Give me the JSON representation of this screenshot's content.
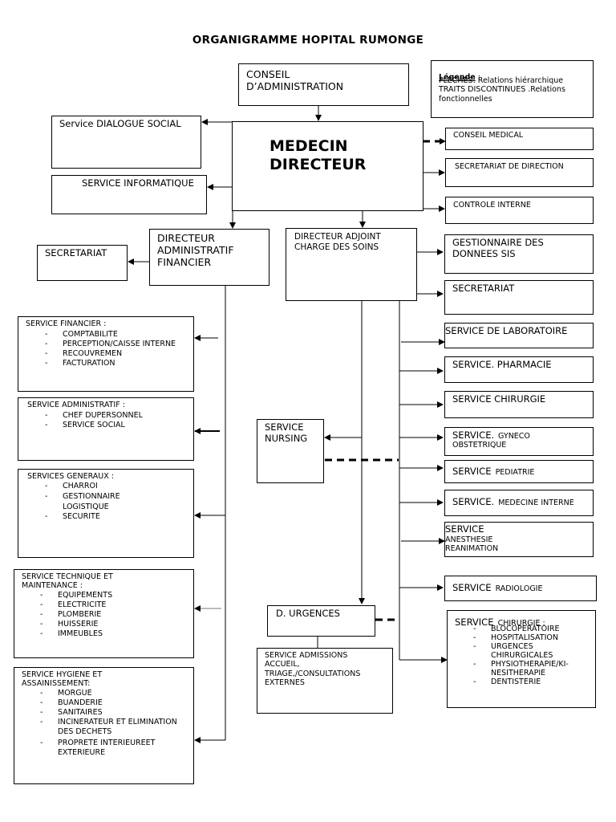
{
  "title": "ORGANIGRAMME HOPITAL RUMONGE",
  "legend": {
    "heading": "Légende",
    "colon": ":",
    "lines": "FLECHES: Relations hiérarchique\nTRAITS DISCONTINUES .Relations\nfonctionnelles"
  },
  "conseil_admin": "CONSEIL\nD’ADMINISTRATION",
  "medecin_directeur": "MEDECIN\nDIRECTEUR",
  "dialogue_social": "Service DIALOGUE SOCIAL",
  "service_informatique": "SERVICE INFORMATIQUE",
  "conseil_medical": "CONSEIL MEDICAL",
  "secretariat_direction": "SECRETARIAT DE DIRECTION",
  "controle_interne": "CONTROLE INTERNE",
  "daf": "DIRECTEUR\nADMINISTRATIF\nFINANCIER",
  "secretariat_left": "SECRETARIAT",
  "dacs": "DIRECTEUR ADJOINT\nCHARGE DES SOINS",
  "gestionnaire_sis": "GESTIONNAIRE DES\nDONNEES SIS",
  "secretariat_right": "SECRETARIAT",
  "service_financier": {
    "title": "SERVICE FINANCIER :",
    "items": [
      "COMPTABILITE",
      "PERCEPTION/CAISSE INTERNE",
      "RECOUVREMEN",
      "FACTURATION"
    ]
  },
  "service_administratif": {
    "title": "SERVICE ADMINISTRATIF :",
    "items": [
      "CHEF DUPERSONNEL",
      "SERVICE SOCIAL"
    ]
  },
  "services_generaux": {
    "title": "SERVICES GENERAUX :",
    "items": [
      "CHARROI",
      "GESTIONNAIRE\nLOGISTIQUE",
      "SECURITE"
    ]
  },
  "service_technique": {
    "title": "SERVICE TECHNIQUE ET\nMAINTENANCE :",
    "items": [
      "EQUIPEMENTS",
      "ELECTRICITE",
      "PLOMBERIE",
      "HUISSERIE",
      "IMMEUBLES"
    ]
  },
  "service_hygiene": {
    "title": "SERVICE  HYGIENE  ET\nASSAINISSEMENT:",
    "items": [
      "MORGUE",
      "BUANDERIE",
      "SANITAIRES",
      "INCINERATEUR ET ELIMINATION\nDES DECHETS",
      "PROPRETE INTERIEUREET\nEXTERIEURE"
    ]
  },
  "service_nursing": "SERVICE\nNURSING",
  "d_urgences": "D. URGENCES",
  "service_admissions": "SERVICE ADMISSIONS\nACCUEIL,\nTRIAGE,/CONSULTATIONS\nEXTERNES",
  "laboratoire": "SERVICE DE LABORATOIRE",
  "pharmacie": "SERVICE. PHARMACIE",
  "chirurgie": "SERVICE CHIRURGIE",
  "gyneco": {
    "big": "SERVICE.",
    "small": "GYNECO\nOBSTETRIQUE"
  },
  "pediatrie": {
    "big": "SERVICE",
    "small": "PEDIATRIE"
  },
  "medecine_interne": {
    "big": "SERVICE.",
    "small": "MEDECINE INTERNE"
  },
  "anesthesie": {
    "big": "SERVICE",
    "small": "ANESTHESIE\nREANIMATION"
  },
  "radiologie": {
    "big": "SERVICE",
    "small": "RADIOLOGIE"
  },
  "chirurgie_detail": {
    "big": "SERVICE",
    "small": "CHIRURGIE :",
    "items": [
      "BLOCOPERATOIRE",
      "HOSPITALISATION",
      "URGENCES\nCHIRURGICALES",
      "PHYSIOTHERAPIE/KI-\nNESITHERAPIE",
      "DENTISTERIE"
    ]
  }
}
